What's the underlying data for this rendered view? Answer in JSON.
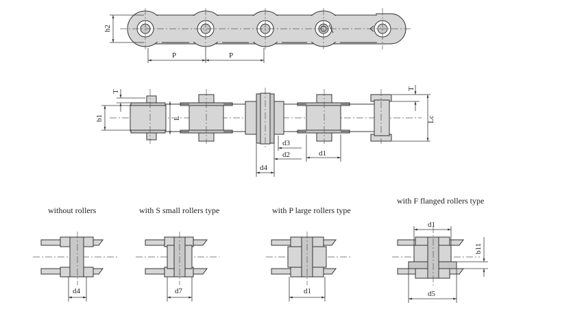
{
  "top_view": {
    "labels": {
      "h2": "h2",
      "p1": "P",
      "p2": "P"
    }
  },
  "side_view": {
    "labels": {
      "T1": "T",
      "T2": "T",
      "b1": "b1",
      "L": "L",
      "Lc": "Lc",
      "d3": "d3",
      "d2": "d2",
      "d1": "d1",
      "d4": "d4"
    }
  },
  "variants": [
    {
      "title": "without rollers",
      "dim_label": "d4"
    },
    {
      "title": "with S small  rollers type",
      "dim_label": "d7"
    },
    {
      "title": "with P large rollers type",
      "dim_label": "d1"
    },
    {
      "title": "with F  flanged rollers type",
      "dim_label": "d5",
      "top_label": "d1",
      "side_label": "b11"
    }
  ]
}
